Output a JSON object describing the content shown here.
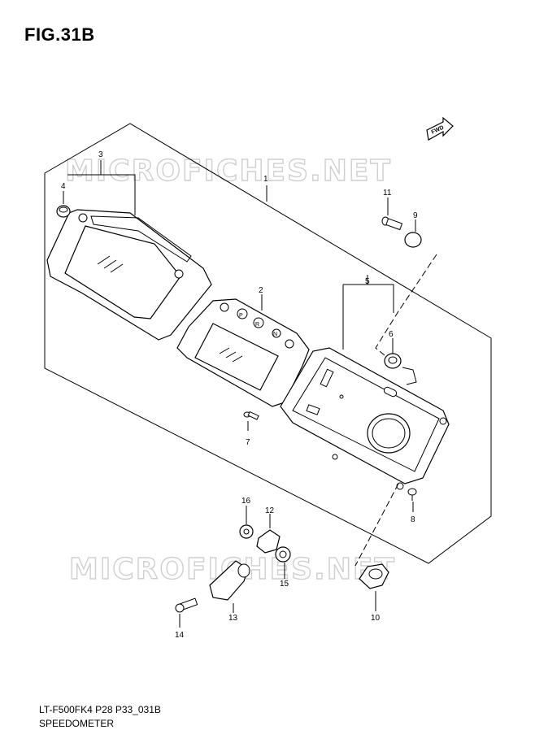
{
  "figure": {
    "title": "FIG.31B",
    "code": "LT-F500FK4 P28 P33_031B",
    "name": "SPEEDOMETER"
  },
  "watermark": "MICROFICHES.NET",
  "fwd_label": "FWD",
  "gear_letters": [
    "P",
    "R",
    "N"
  ],
  "callouts": [
    "1",
    "2",
    "3",
    "4",
    "5",
    "6",
    "7",
    "8",
    "9",
    "10",
    "11",
    "12",
    "13",
    "14",
    "15",
    "16"
  ]
}
